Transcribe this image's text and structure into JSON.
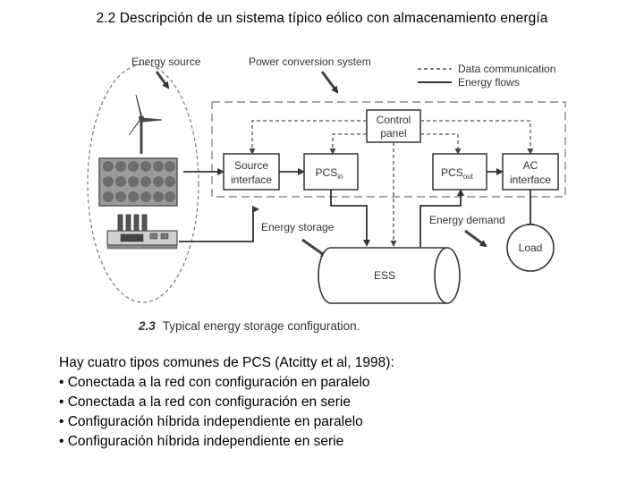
{
  "slide_title": "2.2 Descripción de un sistema típico eólico con almacenamiento energía",
  "diagram": {
    "labels": {
      "energy_source": "Energy source",
      "power_conversion_system": "Power conversion system",
      "legend_data": "Data communication",
      "legend_energy": "Energy flows",
      "control_panel_line1": "Control",
      "control_panel_line2": "panel",
      "source_interface_line1": "Source",
      "source_interface_line2": "interface",
      "pcs_in": "PCS",
      "pcs_in_sub": "in",
      "pcs_out": "PCS",
      "pcs_out_sub": "out",
      "ac_interface_line1": "AC",
      "ac_interface_line2": "interface",
      "energy_storage": "Energy storage",
      "energy_demand": "Energy demand",
      "ess": "ESS",
      "load": "Load"
    },
    "caption_number": "2.3",
    "caption_text": "Typical energy storage configuration."
  },
  "text_block": {
    "intro": "Hay cuatro tipos comunes de PCS (Atcitty et al, 1998):",
    "items": [
      "• Conectada a la red con configuración en paralelo",
      "• Conectada a la red con configuración en serie",
      "• Configuración híbrida independiente en paralelo",
      "• Configuración híbrida independiente en serie"
    ]
  }
}
